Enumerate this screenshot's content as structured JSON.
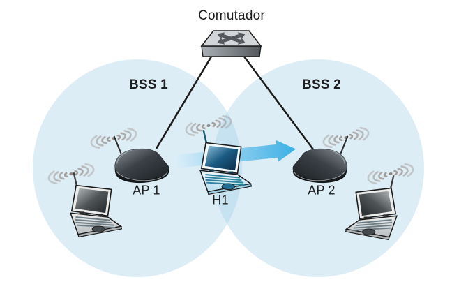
{
  "diagram": {
    "switch_label": "Comutador",
    "bss1_label": "BSS 1",
    "bss2_label": "BSS 2",
    "ap1_label": "AP 1",
    "ap2_label": "AP 2",
    "host_label": "H1",
    "icons": {
      "switch": "switch-icon (box with crossed arrows)",
      "access_point": "access-point-icon (dark wedge with antenna)",
      "laptop": "laptop-icon",
      "wireless_waves": "wifi-waves-icon",
      "movement_arrow": "right-arrow-icon (host roaming from BSS 1 to BSS 2)"
    },
    "colors": {
      "bss_fill": "rgba(154,203,230,0.34)",
      "arrow_head": "#3cb0e5",
      "arrow_tail": "#d9eef9",
      "cable": "#1c1c1c",
      "wave": "#a29a96",
      "label_text": "#1e1e20"
    }
  }
}
